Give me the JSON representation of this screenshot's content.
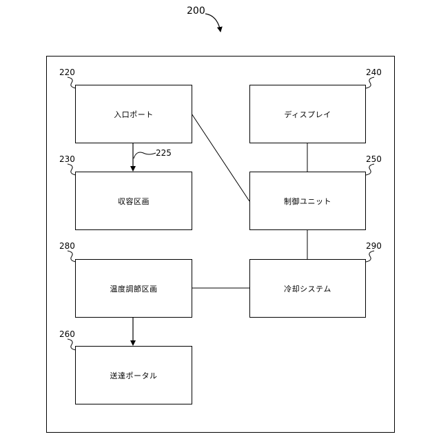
{
  "figure": {
    "ref": "200"
  },
  "blocks": {
    "inlet": {
      "label": "入口ポート",
      "ref": "220"
    },
    "storage": {
      "label": "収容区画",
      "ref": "230"
    },
    "display": {
      "label": "ディスプレイ",
      "ref": "240"
    },
    "control": {
      "label": "制御ユニット",
      "ref": "250"
    },
    "temp": {
      "label": "温度調節区画",
      "ref": "280"
    },
    "cooling": {
      "label": "冷却システム",
      "ref": "290"
    },
    "outlet": {
      "label": "送達ポータル",
      "ref": "260"
    }
  },
  "connections": {
    "inlet_to_storage": {
      "ref": "225"
    }
  }
}
